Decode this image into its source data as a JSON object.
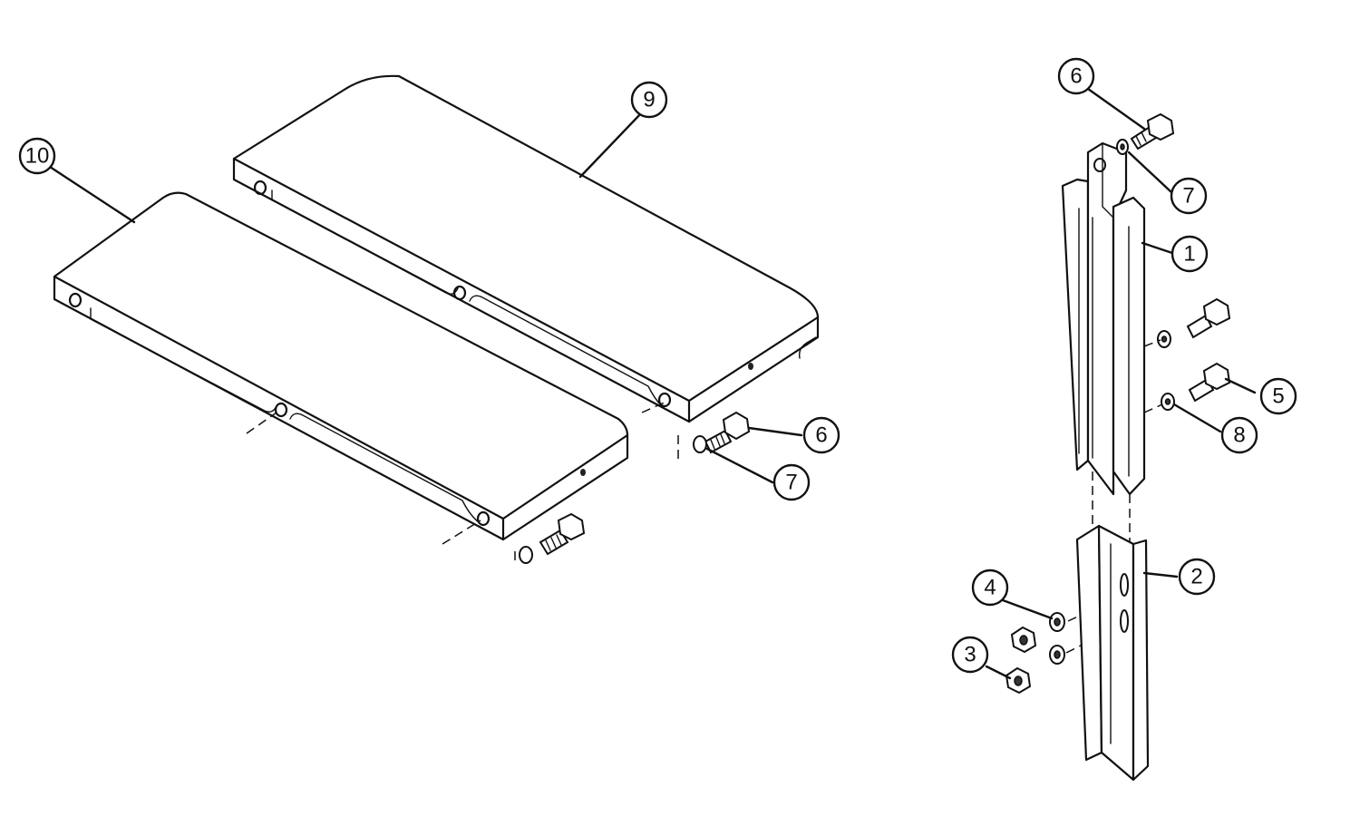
{
  "callouts": [
    {
      "id": "c10",
      "label": "10"
    },
    {
      "id": "c9",
      "label": "9"
    },
    {
      "id": "c6a",
      "label": "6"
    },
    {
      "id": "c7a",
      "label": "7"
    },
    {
      "id": "c6b",
      "label": "6"
    },
    {
      "id": "c7b",
      "label": "7"
    },
    {
      "id": "c1",
      "label": "1"
    },
    {
      "id": "c5",
      "label": "5"
    },
    {
      "id": "c8",
      "label": "8"
    },
    {
      "id": "c2",
      "label": "2"
    },
    {
      "id": "c4",
      "label": "4"
    },
    {
      "id": "c3",
      "label": "3"
    }
  ]
}
